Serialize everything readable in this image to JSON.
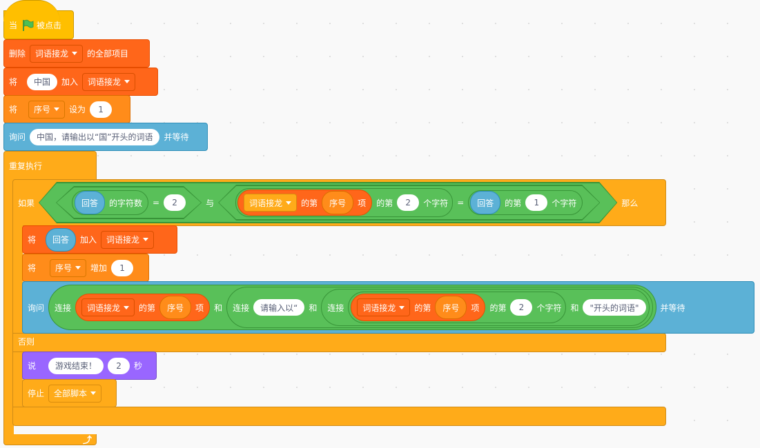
{
  "colors": {
    "events": "#ffbf00",
    "lists": "#ff661a",
    "variables": "#ff8c1a",
    "sensing": "#5cb1d6",
    "control": "#ffab19",
    "operators": "#59c059",
    "looks": "#9966ff"
  },
  "hat": {
    "when": "当",
    "flag_icon": "green-flag-icon",
    "clicked": "被点击"
  },
  "delete_all": {
    "label": "删除",
    "list": "词语接龙",
    "suffix": "的全部项目"
  },
  "add1": {
    "label": "将",
    "value": "中国",
    "join": "加入",
    "list": "词语接龙"
  },
  "set": {
    "label": "将",
    "var": "序号",
    "to": "设为",
    "value": "1"
  },
  "ask1": {
    "label": "询问",
    "value": "中国，请输出以“国”开头的词语",
    "wait": "并等待"
  },
  "repeat": {
    "label": "重复执行",
    "loop_icon": "loop-arrow-icon"
  },
  "if": {
    "label": "如果",
    "then": "那么",
    "else": "否则",
    "cond1": {
      "answer": "回答",
      "length": "的字符数",
      "eq": "=",
      "value": "2"
    },
    "and": "与",
    "cond2": {
      "list": "词语接龙",
      "item_of": "的第",
      "var": "序号",
      "item": "项",
      "letter_of": "的第",
      "n": "2",
      "chars": "个字符",
      "eq": "=",
      "answer": "回答",
      "letter_of2": "的第",
      "n2": "1",
      "chars2": "个字符"
    }
  },
  "add2": {
    "label": "将",
    "answer": "回答",
    "join": "加入",
    "list": "词语接龙"
  },
  "change": {
    "label": "将",
    "var": "序号",
    "by": "增加",
    "value": "1"
  },
  "ask2": {
    "label": "询问",
    "join": "连接",
    "list": "词语接龙",
    "item_of": "的第",
    "var": "序号",
    "item": "项",
    "and": "和",
    "join2": "连接",
    "text1": "请输入以“",
    "and2": "和",
    "join3": "连接",
    "list2": "词语接龙",
    "item_of2": "的第",
    "var2": "序号",
    "item2": "项",
    "letter_of": "的第",
    "n": "2",
    "chars": "个字符",
    "and3": "和",
    "text2": "\"开头的词语\"",
    "wait": "并等待"
  },
  "say": {
    "label": "说",
    "text": "游戏结束！",
    "secs": "2",
    "unit": "秒"
  },
  "stop": {
    "label": "停止",
    "option": "全部脚本"
  }
}
